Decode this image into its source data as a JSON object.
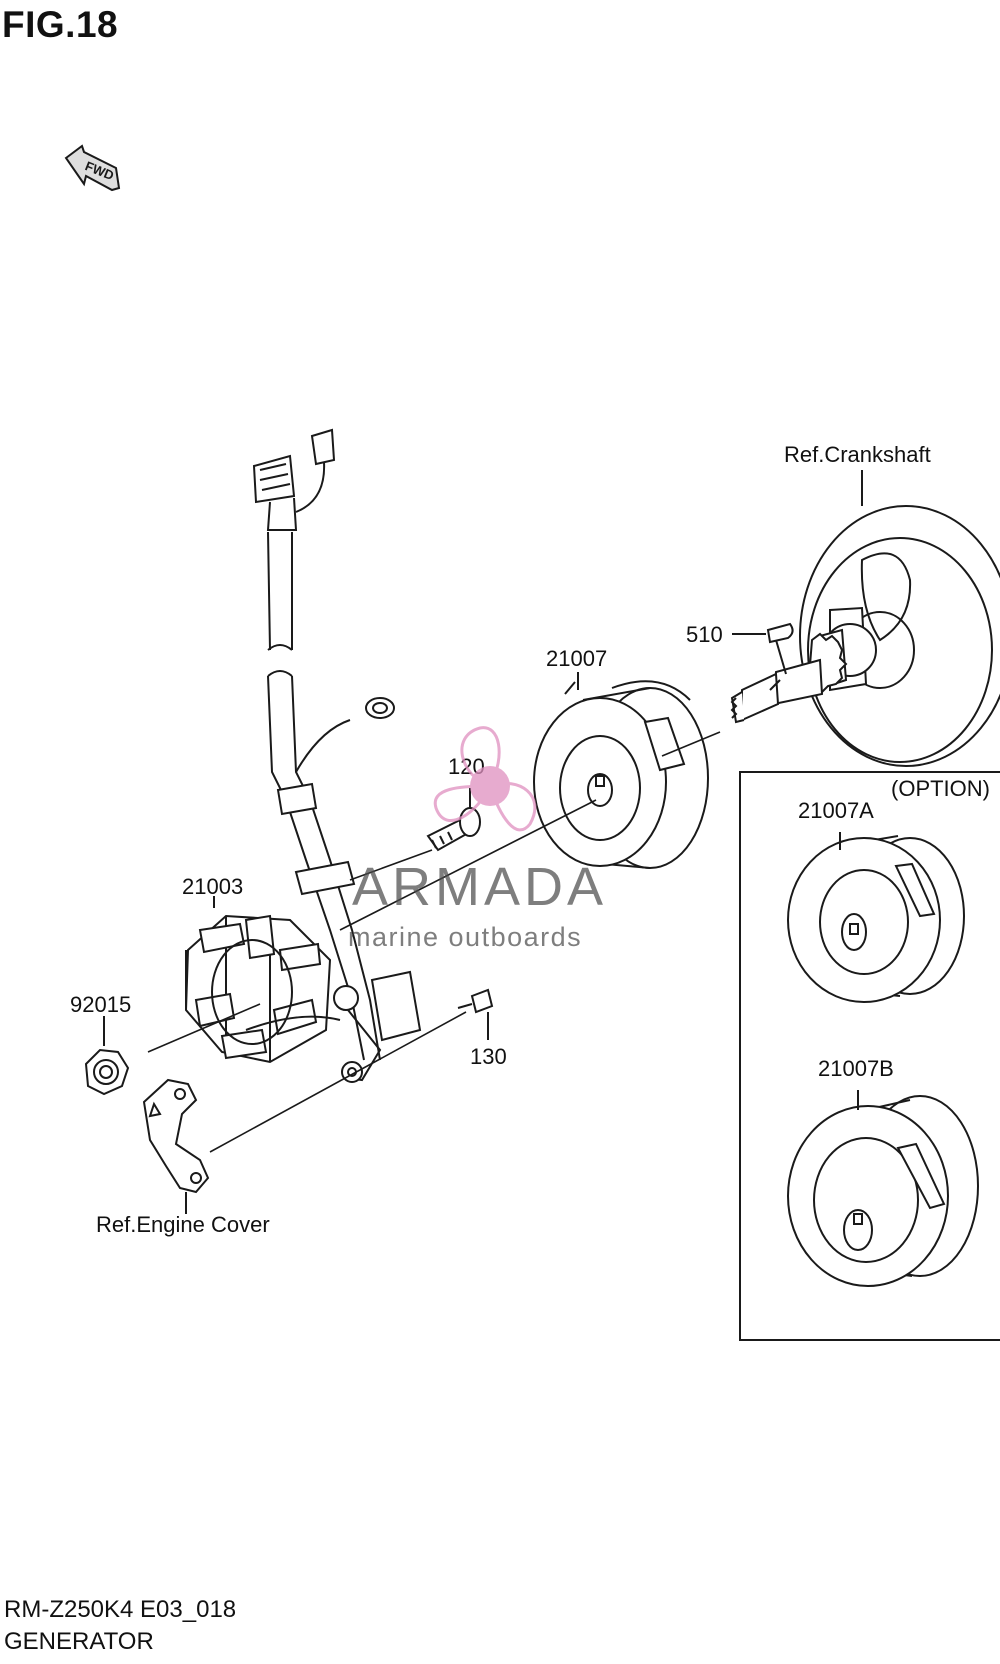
{
  "figure": {
    "title": "FIG.18",
    "fwd_label": "FWD"
  },
  "callouts": {
    "crankshaft": "Ref.Crankshaft",
    "key": "510",
    "flywheel": "21007",
    "bolt_120": "120",
    "stator": "21003",
    "nut": "92015",
    "bolt_130": "130",
    "engine_cover": "Ref.Engine Cover",
    "option": "(OPTION)",
    "flywheel_a": "21007A",
    "flywheel_b": "21007B"
  },
  "watermark": {
    "brand": "ARMADA",
    "subtitle": "marine outboards",
    "color": "#e090c0"
  },
  "footer": {
    "model_code": "RM-Z250K4 E03_018",
    "name": "GENERATOR"
  }
}
